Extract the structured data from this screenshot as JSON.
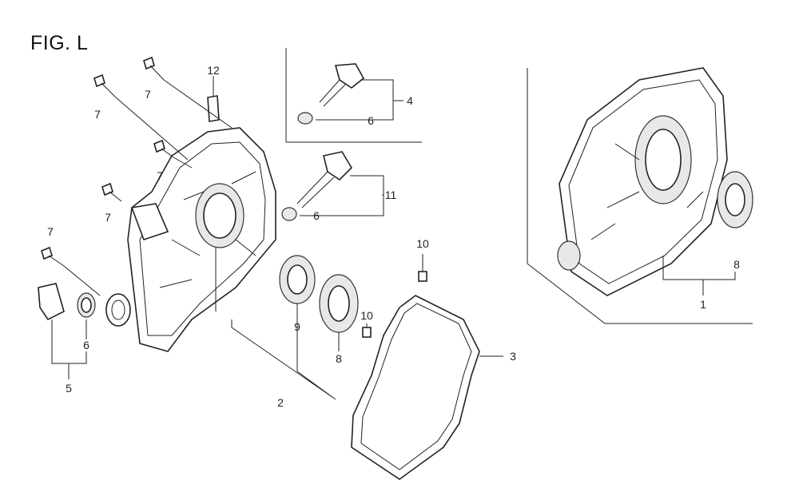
{
  "figure": {
    "title": "FIG. L"
  },
  "callouts": [
    "12",
    "7",
    "7",
    "7",
    "7",
    "7",
    "4",
    "6",
    "11",
    "6",
    "10",
    "10",
    "9",
    "8",
    "6",
    "5",
    "2",
    "3",
    "8",
    "1"
  ]
}
